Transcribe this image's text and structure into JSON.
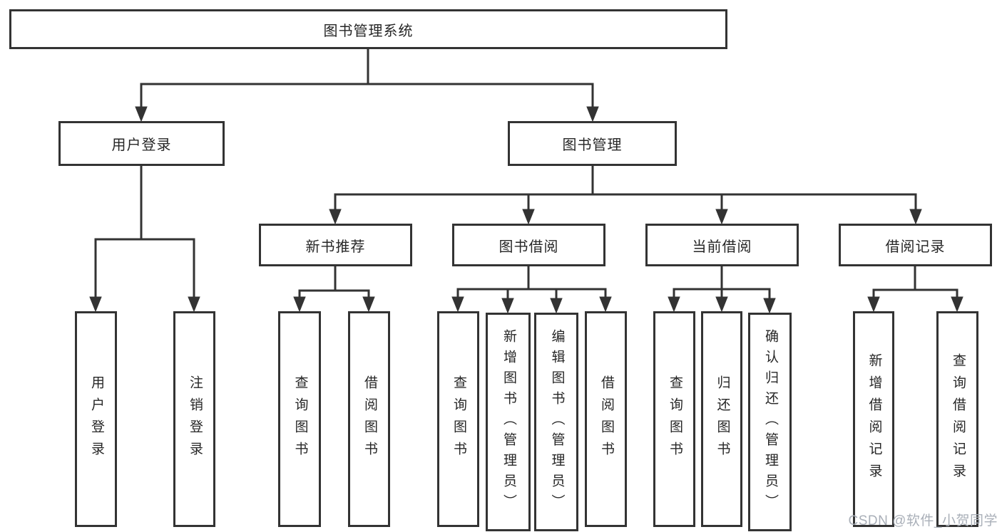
{
  "page": {
    "background": "#ffffff"
  },
  "colors": {
    "line": "#333333",
    "box_border": "#333333",
    "box_background": "#ffffff",
    "text": "#262626",
    "watermark": "#a9afb8"
  },
  "watermark": {
    "text": "CSDN @软件_小贺同学"
  },
  "diagram": {
    "type": "hierarchy",
    "root": {
      "label": "图书管理系统",
      "children": [
        {
          "label": "用户登录",
          "children": [
            {
              "label": "用户登录"
            },
            {
              "label": "注销登录"
            }
          ]
        },
        {
          "label": "图书管理",
          "children": [
            {
              "label": "新书推荐",
              "children": [
                {
                  "label": "查询图书"
                },
                {
                  "label": "借阅图书"
                }
              ]
            },
            {
              "label": "图书借阅",
              "children": [
                {
                  "label": "查询图书"
                },
                {
                  "label": "新增图书（管理员）"
                },
                {
                  "label": "编辑图书（管理员）"
                },
                {
                  "label": "借阅图书"
                }
              ]
            },
            {
              "label": "当前借阅",
              "children": [
                {
                  "label": "查询图书"
                },
                {
                  "label": "归还图书"
                },
                {
                  "label": "确认归还（管理员）"
                }
              ]
            },
            {
              "label": "借阅记录",
              "children": [
                {
                  "label": "新增借阅记录"
                },
                {
                  "label": "查询借阅记录"
                }
              ]
            }
          ]
        }
      ]
    }
  }
}
